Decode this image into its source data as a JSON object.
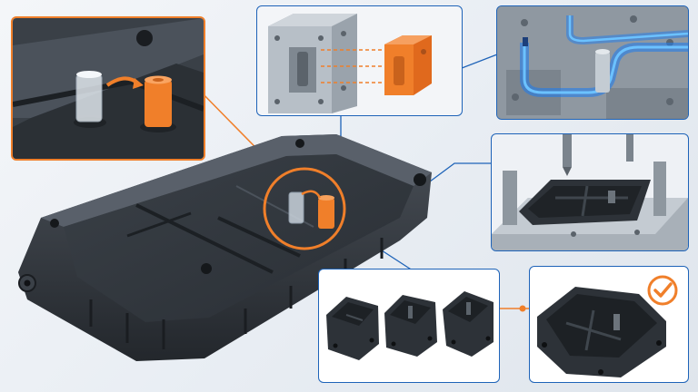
{
  "accent_orange": "#f07f2a",
  "accent_blue": "#1e63b8",
  "part_color": "#2d3238",
  "panels": [
    {
      "id": "zoom-insert-detail",
      "icon": "insert-pin-detail"
    },
    {
      "id": "mold-insert",
      "icon": "mold-block-with-insert"
    },
    {
      "id": "cooling-channels",
      "icon": "cooling-channel-cutaway"
    },
    {
      "id": "ejection-station",
      "icon": "mold-press-with-part"
    },
    {
      "id": "part-variants",
      "icon": "three-housing-variants"
    },
    {
      "id": "approved-part",
      "icon": "check-circle-icon"
    }
  ]
}
